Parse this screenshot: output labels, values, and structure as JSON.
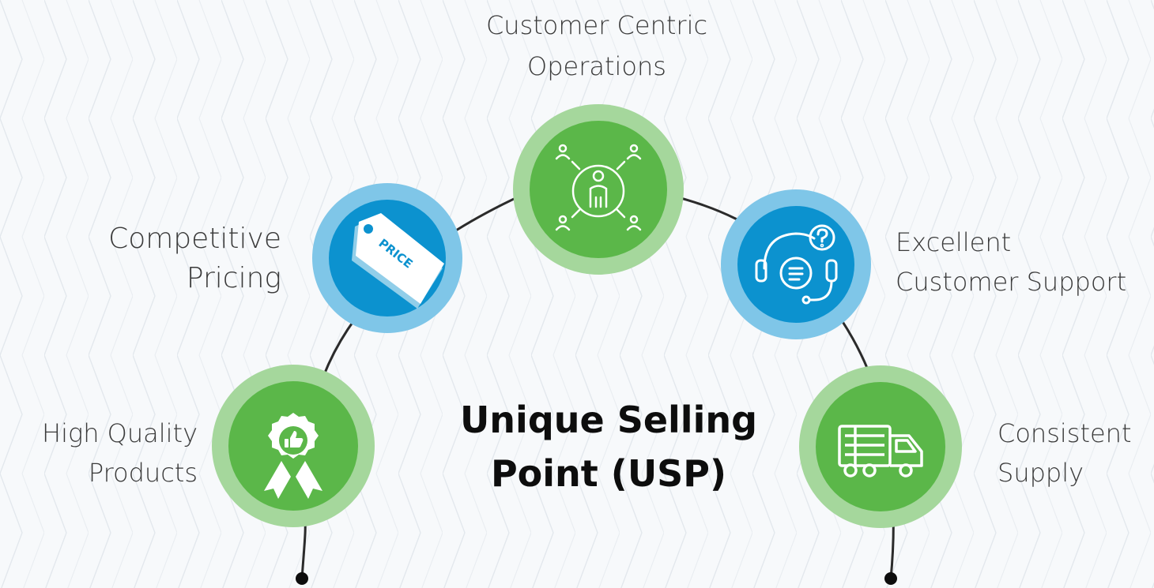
{
  "title": {
    "line1": "Unique Selling",
    "line2": "Point (USP)"
  },
  "nodes": [
    {
      "id": "high-quality",
      "lines": [
        "High Quality",
        "Products"
      ],
      "icon": "award-badge-thumbs-up-icon",
      "color": "#5bb749",
      "ring": "#a5d79c"
    },
    {
      "id": "competitive-pricing",
      "lines": [
        "Competitive",
        "Pricing"
      ],
      "icon": "price-tag-icon",
      "icon_text": "PRICE",
      "color": "#0c92cf",
      "ring": "#7fc6e8"
    },
    {
      "id": "customer-centric",
      "lines": [
        "Customer Centric",
        "Operations"
      ],
      "icon": "customer-network-icon",
      "color": "#5bb749",
      "ring": "#a5d79c"
    },
    {
      "id": "customer-support",
      "lines": [
        "Excellent",
        "Customer Support"
      ],
      "icon": "headset-support-icon",
      "color": "#0c92cf",
      "ring": "#7fc6e8"
    },
    {
      "id": "consistent-supply",
      "lines": [
        "Consistent",
        "Supply"
      ],
      "icon": "delivery-truck-icon",
      "color": "#5bb749",
      "ring": "#a5d79c"
    }
  ],
  "colors": {
    "background": "#f7f9fb",
    "arc": "#2b2b2b",
    "text": "#3a3a3a",
    "title": "#0d0d0d"
  }
}
